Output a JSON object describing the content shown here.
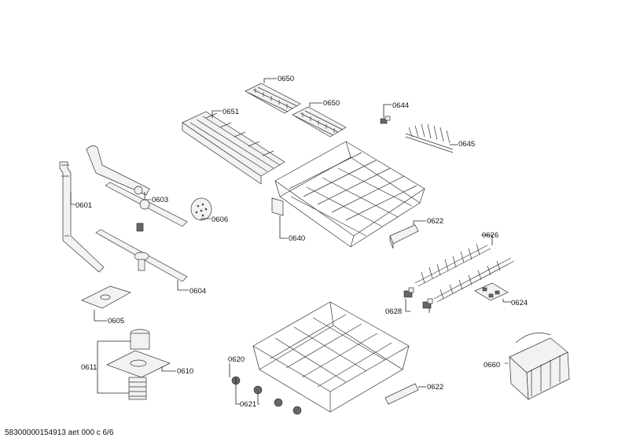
{
  "labels": {
    "p0650a": "0650",
    "p0650b": "0650",
    "p0651": "0651",
    "p0644": "0644",
    "p0645": "0645",
    "p0601": "0601",
    "p0603": "0603",
    "p0606": "0606",
    "p0640": "0640",
    "p0622a": "0622",
    "p0626": "0626",
    "p0604": "0604",
    "p0624": "0624",
    "p0628": "0628",
    "p0605": "0605",
    "p0611": "0611",
    "p0610": "0610",
    "p0620": "0620",
    "p0660": "0660",
    "p0622b": "0622",
    "p0621": "0621"
  },
  "footer": "58300000154913 aet 000 c 6/6"
}
